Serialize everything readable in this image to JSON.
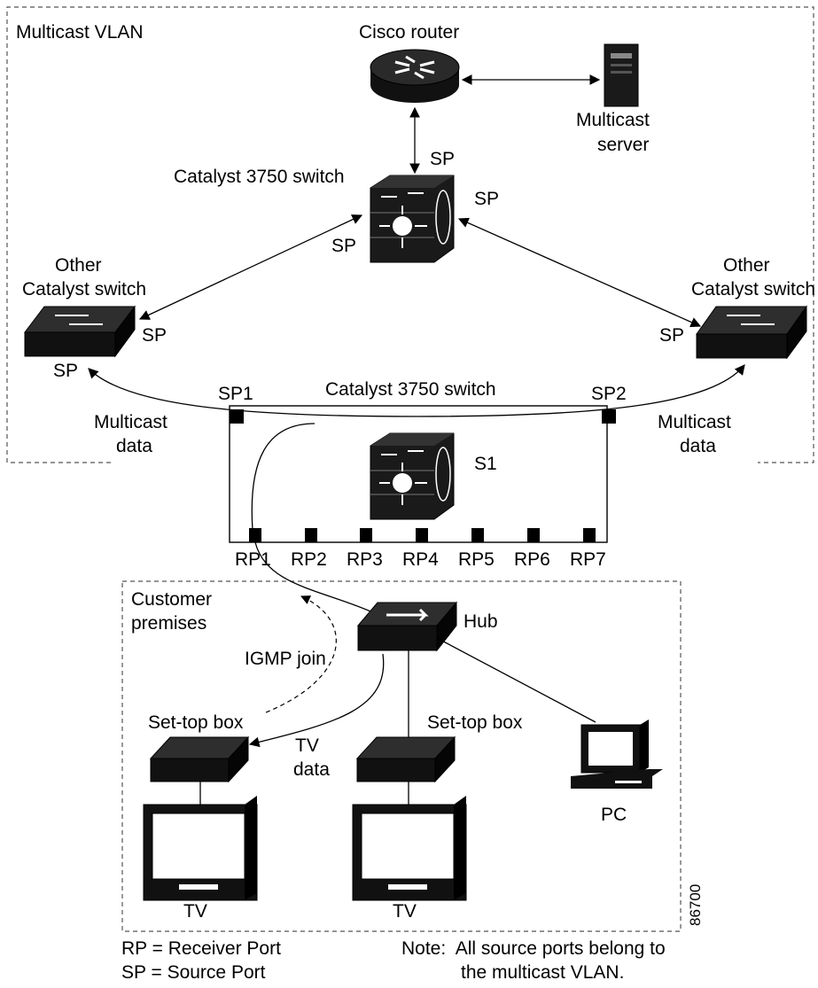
{
  "diagram": {
    "labels": {
      "multicast_vlan": "Multicast VLAN",
      "cisco_router": "Cisco router",
      "multicast_server_line1": "Multicast",
      "multicast_server_line2": "server",
      "sp_router": "SP",
      "catalyst_3750_top": "Catalyst 3750 switch",
      "sp_core_right": "SP",
      "sp_core_left": "SP",
      "other_left_line1": "Other",
      "other_left_line2": "Catalyst switch",
      "other_right_line1": "Other",
      "other_right_line2": "Catalyst switch",
      "sp_left_switch": "SP",
      "sp_left_switch_bottom": "SP",
      "sp_right_switch": "SP",
      "sp1": "SP1",
      "sp2": "SP2",
      "catalyst_3750_box": "Catalyst 3750 switch",
      "multicast_data_left_line1": "Multicast",
      "multicast_data_left_line2": "data",
      "multicast_data_right_line1": "Multicast",
      "multicast_data_right_line2": "data",
      "s1": "S1",
      "customer_premises_line1": "Customer",
      "customer_premises_line2": "premises",
      "hub": "Hub",
      "igmp_join": "IGMP join",
      "settop_left": "Set-top box",
      "settop_mid": "Set-top box",
      "tv_data_line1": "TV",
      "tv_data_line2": "data",
      "pc": "PC",
      "tv_left": "TV",
      "tv_mid": "TV",
      "figure_number": "86700"
    },
    "receiver_ports": [
      "RP1",
      "RP2",
      "RP3",
      "RP4",
      "RP5",
      "RP6",
      "RP7"
    ],
    "legend": {
      "rp": "RP = Receiver Port",
      "sp": "SP = Source Port",
      "note_line1": "Note:  All source ports belong to",
      "note_line2": "the multicast VLAN."
    }
  }
}
